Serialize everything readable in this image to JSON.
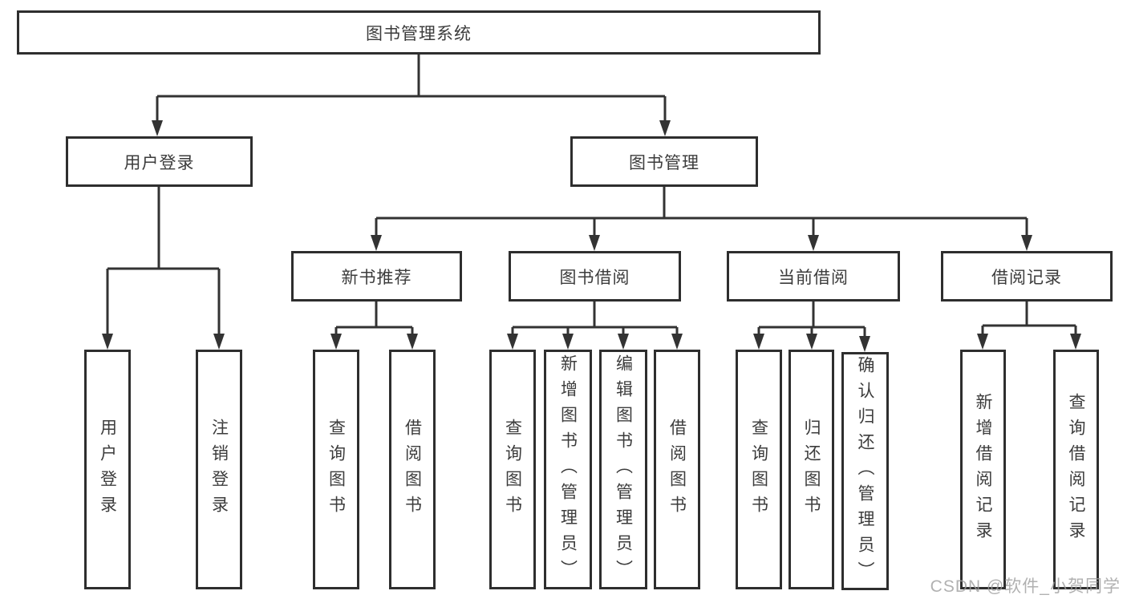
{
  "nodes": {
    "root": "图书管理系统",
    "level2": [
      "用户登录",
      "图书管理"
    ],
    "level3": [
      "新书推荐",
      "图书借阅",
      "当前借阅",
      "借阅记录"
    ],
    "leaves_user_login": [
      "用户登录",
      "注销登录"
    ],
    "leaves_new_book": [
      "查询图书",
      "借阅图书"
    ],
    "leaves_book_borrow": [
      "查询图书",
      "新增图书（管理员）",
      "编辑图书（管理员）",
      "借阅图书"
    ],
    "leaves_current_borrow": [
      "查询图书",
      "归还图书",
      "确认归还（管理员）"
    ],
    "leaves_borrow_record": [
      "新增借阅记录",
      "查询借阅记录"
    ]
  },
  "watermark": {
    "text": "CSDN @软件_小贺同学"
  },
  "colors": {
    "line": "#333333",
    "border": "#2e2e2e",
    "text": "#3c3c3c",
    "watermark": "#9e9e9e",
    "background": "#ffffff"
  }
}
